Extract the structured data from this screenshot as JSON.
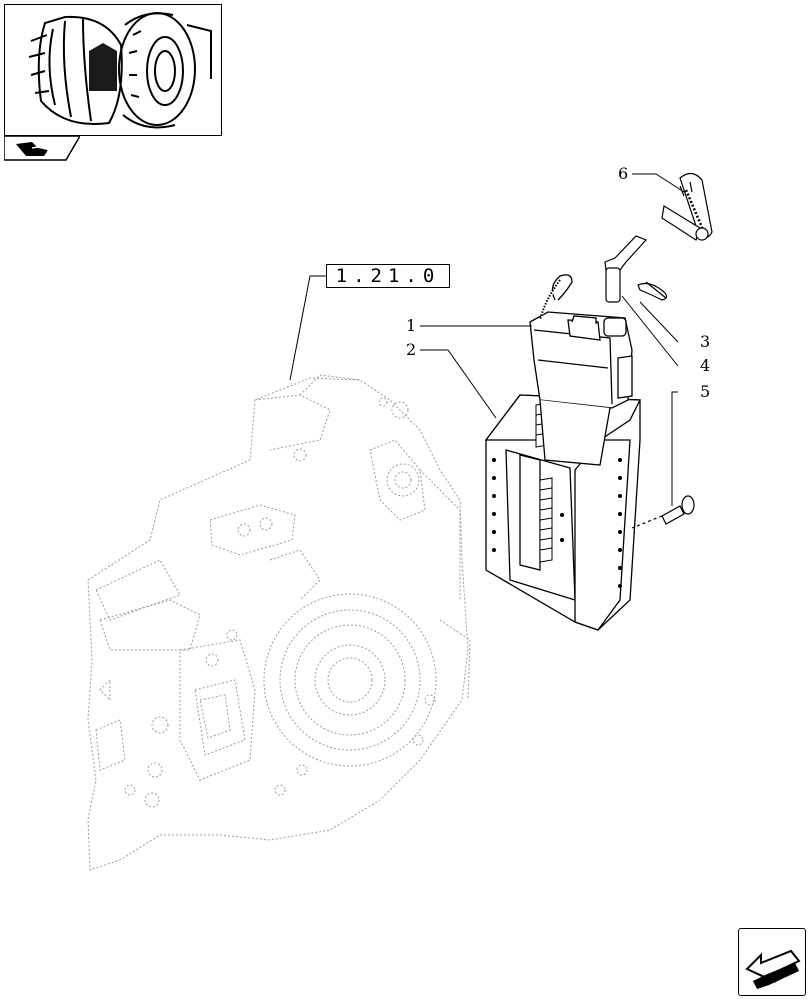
{
  "reference": {
    "code": "1.21.0"
  },
  "callouts": [
    {
      "label": "1"
    },
    {
      "label": "2"
    },
    {
      "label": "3"
    },
    {
      "label": "4"
    },
    {
      "label": "5"
    },
    {
      "label": "6"
    }
  ],
  "icons": {
    "thumbnail": "tractor-rear-thumbnail-icon",
    "section_tab": "hitch-section-icon",
    "nav": "next-page-arrow-icon"
  },
  "colors": {
    "line": "#000000",
    "ghost": "#9a9a9a",
    "highlight": "#1a1a1a"
  }
}
